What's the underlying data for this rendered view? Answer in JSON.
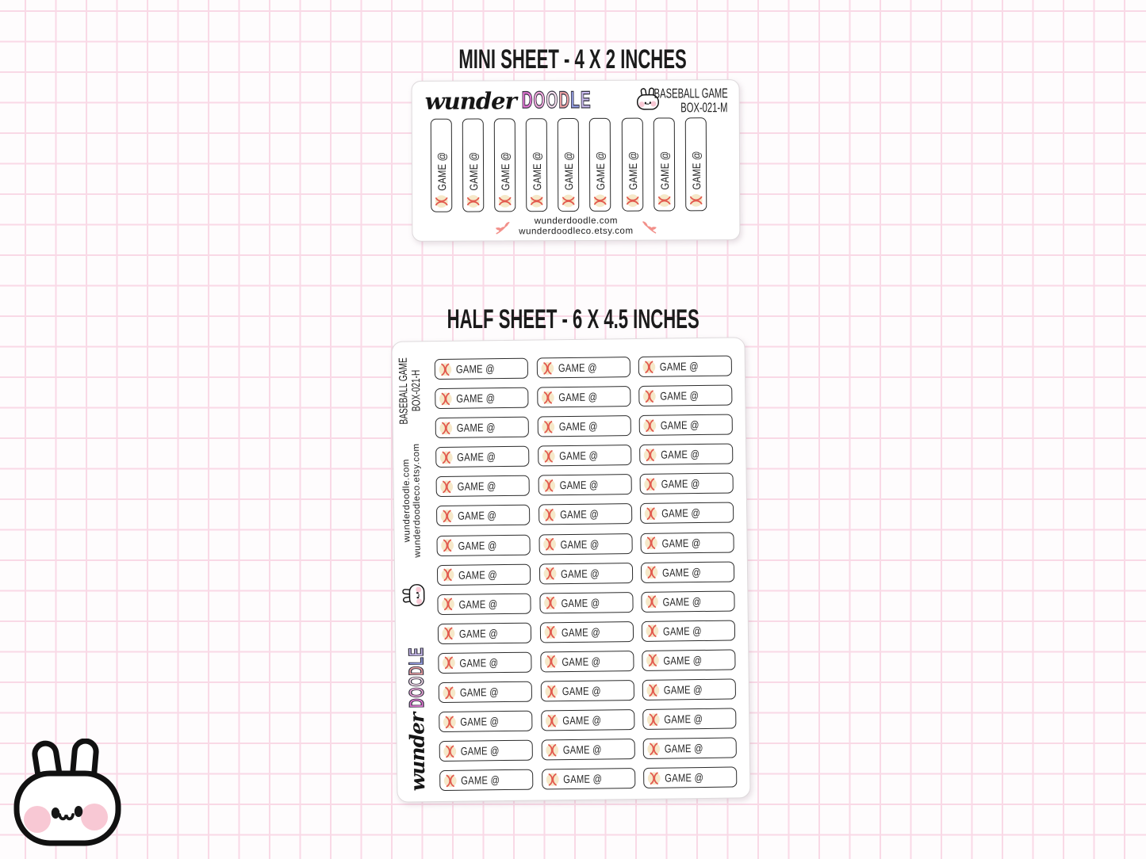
{
  "brand": {
    "script": "wunder",
    "doodle": [
      {
        "ch": "D",
        "color": "#e878d8"
      },
      {
        "ch": "O",
        "color": "#f3abdf"
      },
      {
        "ch": "O",
        "color": "#fce4f2"
      },
      {
        "ch": "D",
        "color": "#f2a4a6"
      },
      {
        "ch": "L",
        "color": "#97a1e7"
      },
      {
        "ch": "E",
        "color": "#cbbcf0"
      }
    ],
    "outline_color": "#343341"
  },
  "urls": {
    "line1": "wunderdoodle.com",
    "line2": "wunderdoodleco.etsy.com"
  },
  "sticker": {
    "label": "GAME @",
    "ball_fill": "#f6e8c9",
    "stitch_color": "#e25a4e",
    "border_color": "#2b2b2b"
  },
  "mini": {
    "title": "MINI SHEET - 4 X 2 INCHES",
    "product": "BASEBALL GAME",
    "code": "BOX-021-M",
    "sticker_count": 9
  },
  "half": {
    "title": "HALF SHEET - 6 X 4.5 INCHES",
    "product": "BASEBALL GAME",
    "code": "BOX-021-H",
    "columns": 3,
    "rows": 15
  },
  "decor": {
    "sprig_color": "#f2908a",
    "cheek_color": "#f8c8d4",
    "grid_line_color": "#f9d9e6"
  }
}
